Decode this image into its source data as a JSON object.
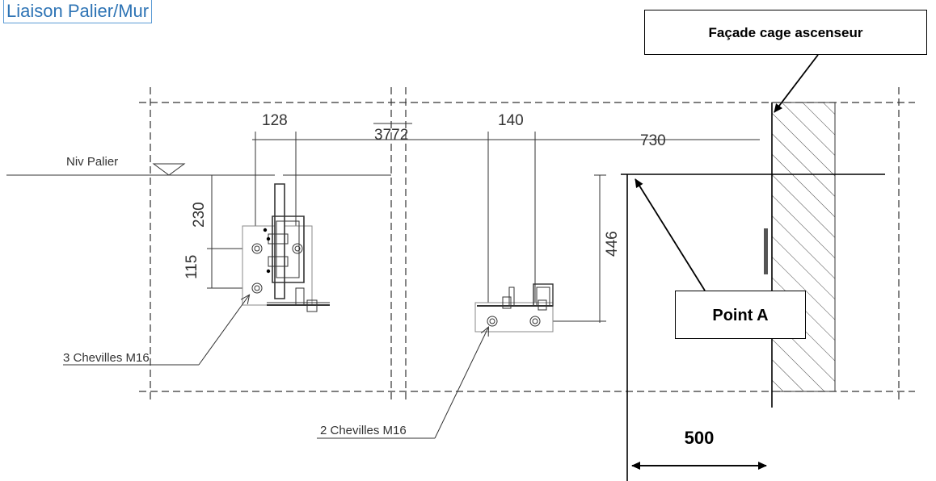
{
  "title": "Liaison Palier/Mur",
  "labels": {
    "niv_palier": "Niv Palier",
    "facade": "Façade cage ascenseur",
    "point_a": "Point A",
    "chevilles_3": "3 Chevilles M16",
    "chevilles_2": "2 Chevilles M16"
  },
  "dimensions": {
    "d128": "128",
    "d3772": "3772",
    "d140": "140",
    "d730": "730",
    "d230": "230",
    "d115": "115",
    "d446": "446",
    "d500": "500"
  },
  "colors": {
    "line": "#333333",
    "title": "#2e74b5",
    "title_border": "#5b9bd5",
    "hatch": "#444444"
  }
}
